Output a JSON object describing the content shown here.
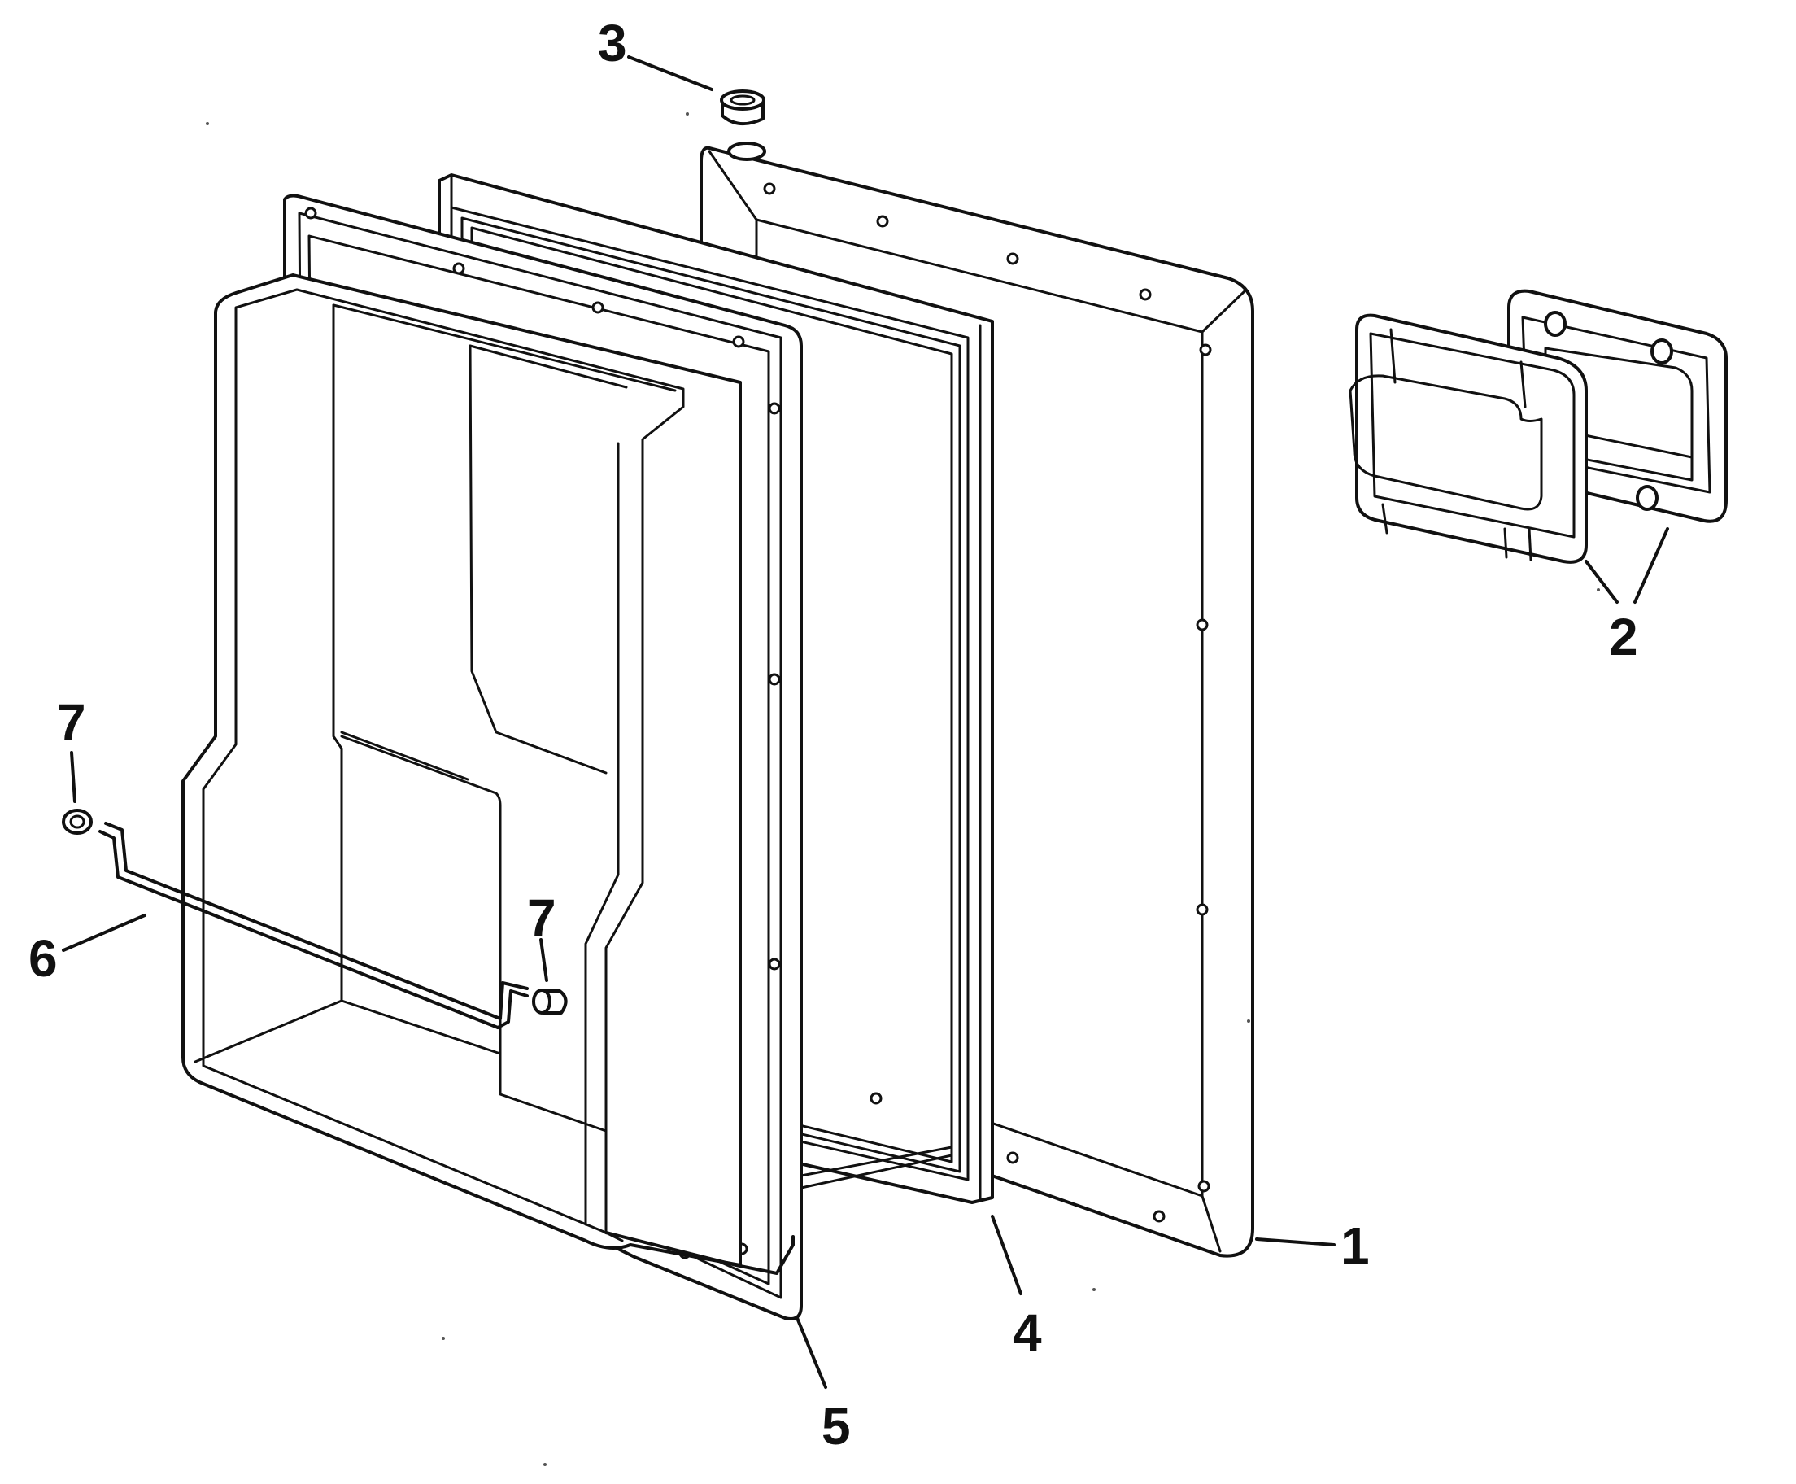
{
  "diagram": {
    "callouts": [
      {
        "id": "1",
        "text": "1"
      },
      {
        "id": "2",
        "text": "2"
      },
      {
        "id": "3",
        "text": "3"
      },
      {
        "id": "4",
        "text": "4"
      },
      {
        "id": "5",
        "text": "5"
      },
      {
        "id": "6",
        "text": "6"
      },
      {
        "id": "7a",
        "text": "7"
      },
      {
        "id": "7b",
        "text": "7"
      }
    ]
  }
}
